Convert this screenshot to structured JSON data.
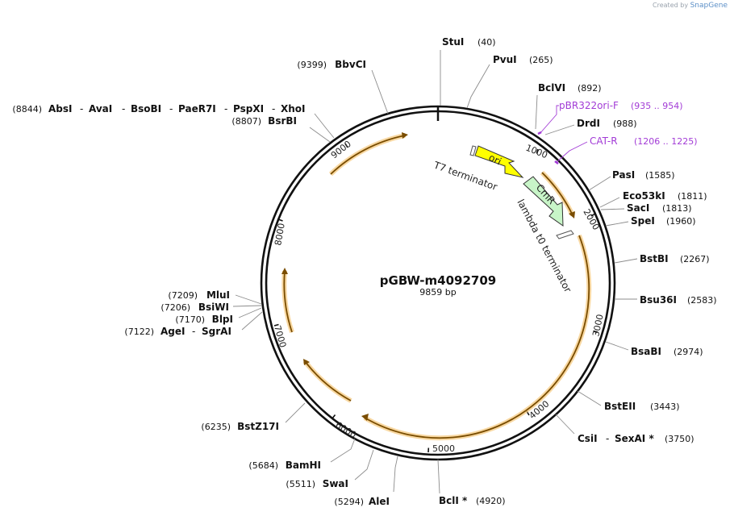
{
  "credit": {
    "prefix": "Created by",
    "brand": "SnapGene"
  },
  "plasmid": {
    "name": "pGBW-m4092709",
    "size_label": "9859 bp",
    "length": 9859
  },
  "ruler": [
    "1000",
    "2000",
    "3000",
    "4000",
    "5000",
    "6000",
    "7000",
    "8000",
    "9000"
  ],
  "enzymes": [
    {
      "id": "stui",
      "parts": [
        "StuI"
      ],
      "pos": "(40)",
      "bp": 40
    },
    {
      "id": "pvui",
      "parts": [
        "PvuI"
      ],
      "pos": "(265)",
      "bp": 265
    },
    {
      "id": "bclvi",
      "parts": [
        "BclVI"
      ],
      "pos": "(892)",
      "bp": 892
    },
    {
      "id": "drdi",
      "parts": [
        "DrdI"
      ],
      "pos": "(988)",
      "bp": 988
    },
    {
      "id": "pasi",
      "parts": [
        "PasI"
      ],
      "pos": "(1585)",
      "bp": 1585
    },
    {
      "id": "eco53ki",
      "parts": [
        "Eco53kI"
      ],
      "pos": "(1811)",
      "bp": 1811
    },
    {
      "id": "saci",
      "parts": [
        "SacI"
      ],
      "pos": "(1813)",
      "bp": 1813
    },
    {
      "id": "spei",
      "parts": [
        "SpeI"
      ],
      "pos": "(1960)",
      "bp": 1960
    },
    {
      "id": "bstbi",
      "parts": [
        "BstBI"
      ],
      "pos": "(2267)",
      "bp": 2267
    },
    {
      "id": "bsu36i",
      "parts": [
        "Bsu36I"
      ],
      "pos": "(2583)",
      "bp": 2583
    },
    {
      "id": "bsabi",
      "parts": [
        "BsaBI"
      ],
      "pos": "(2974)",
      "bp": 2974
    },
    {
      "id": "bsteii",
      "parts": [
        "BstEII"
      ],
      "pos": "(3443)",
      "bp": 3443
    },
    {
      "id": "csii",
      "parts": [
        "CsiI",
        "SexAI *"
      ],
      "pos": "(3750)",
      "bp": 3750
    },
    {
      "id": "bcli",
      "parts": [
        "BclI *"
      ],
      "pos": "(4920)",
      "bp": 4920
    },
    {
      "id": "alei",
      "parts": [
        "AleI"
      ],
      "pos": "(5294)",
      "bp": 5294
    },
    {
      "id": "swai",
      "parts": [
        "SwaI"
      ],
      "pos": "(5511)",
      "bp": 5511
    },
    {
      "id": "bamhi",
      "parts": [
        "BamHI"
      ],
      "pos": "(5684)",
      "bp": 5684
    },
    {
      "id": "bstz17i",
      "parts": [
        "BstZ17I"
      ],
      "pos": "(6235)",
      "bp": 6235
    },
    {
      "id": "agei",
      "parts": [
        "AgeI",
        "SgrAI"
      ],
      "pos": "(7122)",
      "bp": 7122
    },
    {
      "id": "blpi",
      "parts": [
        "BlpI"
      ],
      "pos": "(7170)",
      "bp": 7170
    },
    {
      "id": "bsiwi",
      "parts": [
        "BsiWI"
      ],
      "pos": "(7206)",
      "bp": 7206
    },
    {
      "id": "mlui",
      "parts": [
        "MluI"
      ],
      "pos": "(7209)",
      "bp": 7209
    },
    {
      "id": "bsrbi",
      "parts": [
        "BsrBI"
      ],
      "pos": "(8807)",
      "bp": 8807
    },
    {
      "id": "absi",
      "parts": [
        "AbsI",
        "AvaI",
        "BsoBI",
        "PaeR7I",
        "PspXI",
        "XhoI"
      ],
      "pos": "(8844)",
      "bp": 8844
    },
    {
      "id": "bbvci",
      "parts": [
        "BbvCI"
      ],
      "pos": "(9399)",
      "bp": 9399
    }
  ],
  "primers": [
    {
      "id": "pbr322ori-f",
      "name": "pBR322ori-F",
      "range": "(935 .. 954)"
    },
    {
      "id": "cat-r",
      "name": "CAT-R",
      "range": "(1206 .. 1225)"
    }
  ],
  "features": [
    {
      "id": "ori",
      "label": "ori",
      "color": "#ffff00",
      "kind": "arrow"
    },
    {
      "id": "cmr",
      "label": "CmR",
      "color": "#c8f5c8",
      "kind": "arrow"
    },
    {
      "id": "t7-terminator",
      "label": "T7 terminator",
      "color": "#ffffff",
      "kind": "terminator"
    },
    {
      "id": "lambda-t0-terminator",
      "label": "lambda t0 terminator",
      "color": "#ffffff",
      "kind": "terminator"
    }
  ],
  "colors": {
    "orf_glow": "#f5c77a",
    "primer": "#a23bd6",
    "backbone": "#111111"
  }
}
